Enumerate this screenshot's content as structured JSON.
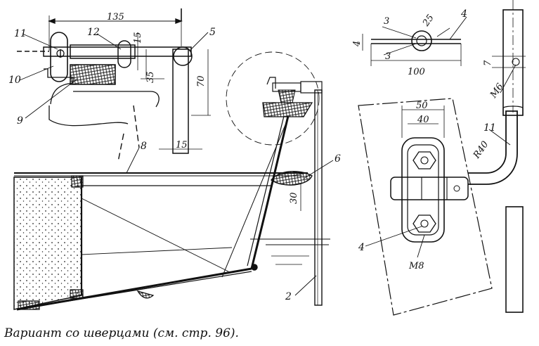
{
  "caption": "Вариант со шверцами (см. стр. 96).",
  "dimensions": {
    "d135": "135",
    "d15a": "15",
    "d35": "35",
    "d70": "70",
    "d15b": "15",
    "d30": "30",
    "d3a": "3",
    "d3b": "3",
    "d25": "25",
    "d4": "4",
    "d100": "100",
    "d7": "7",
    "d50": "50",
    "d40": "40",
    "r40": "R40",
    "m6": "M6",
    "m8": "M8"
  },
  "callouts": {
    "c11a": "11",
    "c12": "12",
    "c5": "5",
    "c10": "10",
    "c9": "9",
    "c8": "8",
    "c6": "6",
    "c2": "2",
    "c4a": "4",
    "c11b": "11",
    "c4b": "4"
  }
}
